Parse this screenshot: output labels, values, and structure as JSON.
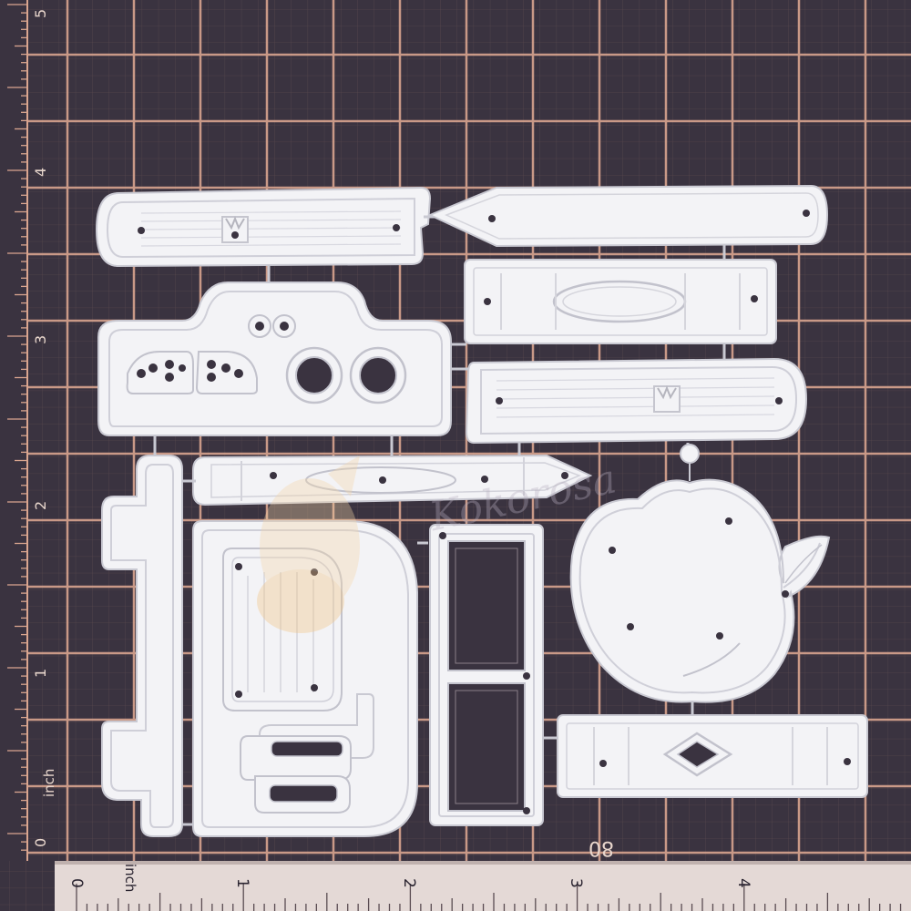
{
  "mat": {
    "background": "#3a3340",
    "grid_color": "#d9a58f",
    "ruler_color": "#e4d9d6"
  },
  "left_ruler": {
    "labels": [
      "5",
      "4",
      "3",
      "2",
      "1",
      "0"
    ],
    "unit_label": "inch"
  },
  "bottom_ruler": {
    "labels": [
      "0",
      "1",
      "2",
      "3",
      "4"
    ],
    "unit_label": "inch"
  },
  "mat_number": "80",
  "watermark": {
    "text": "Kokorosa"
  },
  "die_pieces": [
    "pencil-body-with-stripes",
    "pencil-tip",
    "eraser-band-oval",
    "backpack-flap-with-eyes",
    "pencil-body-stripes-2",
    "crayon",
    "apple-with-leaf",
    "diamond-band",
    "backpack-side-strap",
    "backpack-body",
    "backpack-pocket",
    "buckle-straps",
    "window-frame-tall"
  ],
  "colors": {
    "metal": "#f3f3f6",
    "metal_edge": "#c9c9d2"
  }
}
